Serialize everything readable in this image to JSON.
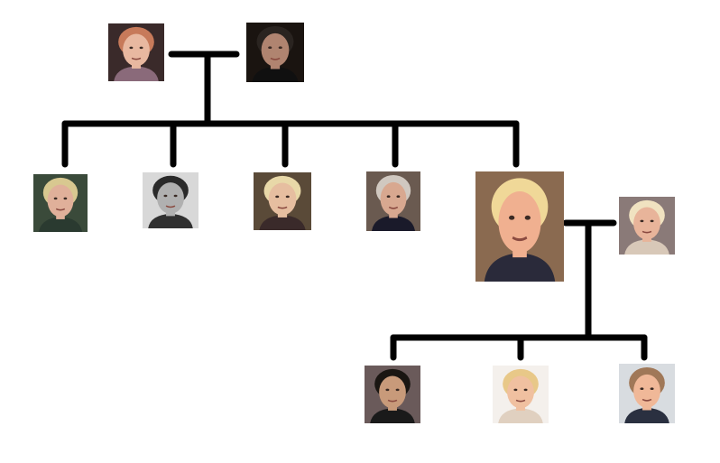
{
  "colors": {
    "background": "#ffffff",
    "connector": "#000000"
  },
  "generations": [
    {
      "people": [
        {
          "id": "p1",
          "icon": "portrait-older-woman-red-hair",
          "bg": "#3a2a2a",
          "skin": "#e8b8a0",
          "hair": "#c77a5a",
          "shirt": "#8a6a7a"
        },
        {
          "id": "p2",
          "icon": "portrait-older-man-mustache",
          "bg": "#1a1410",
          "skin": "#b08470",
          "hair": "#2a2420",
          "shirt": "#101010"
        }
      ]
    },
    {
      "people": [
        {
          "id": "c1",
          "icon": "portrait-older-woman-blonde",
          "bg": "#3a4a3a",
          "skin": "#e0b09a",
          "hair": "#d8c890",
          "shirt": "#2a3a30"
        },
        {
          "id": "c2",
          "icon": "portrait-young-man-bw",
          "bg": "#d8d8d8",
          "skin": "#b0b0b0",
          "hair": "#2a2a2a",
          "shirt": "#303030"
        },
        {
          "id": "c3",
          "icon": "portrait-woman-blonde-hair",
          "bg": "#5a4a38",
          "skin": "#e6bea0",
          "hair": "#e8d8a8",
          "shirt": "#3a2a2a"
        },
        {
          "id": "c4",
          "icon": "portrait-older-man-suit",
          "bg": "#6a5a50",
          "skin": "#d8a890",
          "hair": "#d0c8c0",
          "shirt": "#1a1a2a"
        },
        {
          "id": "c5",
          "icon": "portrait-man-blonde-hair",
          "bg": "#8a6a50",
          "skin": "#f0b090",
          "hair": "#f0d898",
          "shirt": "#2a2a3a"
        }
      ]
    },
    {
      "people": [
        {
          "id": "sp",
          "icon": "portrait-woman-platinum-updo",
          "bg": "#8a7a78",
          "skin": "#e8b49a",
          "hair": "#f0e2c0",
          "shirt": "#d8c8b8"
        }
      ]
    },
    {
      "people": [
        {
          "id": "g1",
          "icon": "portrait-man-dark-beard",
          "bg": "#6a5a5a",
          "skin": "#c89a7a",
          "hair": "#1a1612",
          "shirt": "#1a1a1a"
        },
        {
          "id": "g2",
          "icon": "portrait-woman-long-blonde-hair",
          "bg": "#f4f0ec",
          "skin": "#f0c0a0",
          "hair": "#e8c888",
          "shirt": "#e0d0c0"
        },
        {
          "id": "g3",
          "icon": "portrait-young-man-short-hair",
          "bg": "#d8dce0",
          "skin": "#f0b898",
          "hair": "#a07858",
          "shirt": "#2a3040"
        }
      ]
    }
  ]
}
